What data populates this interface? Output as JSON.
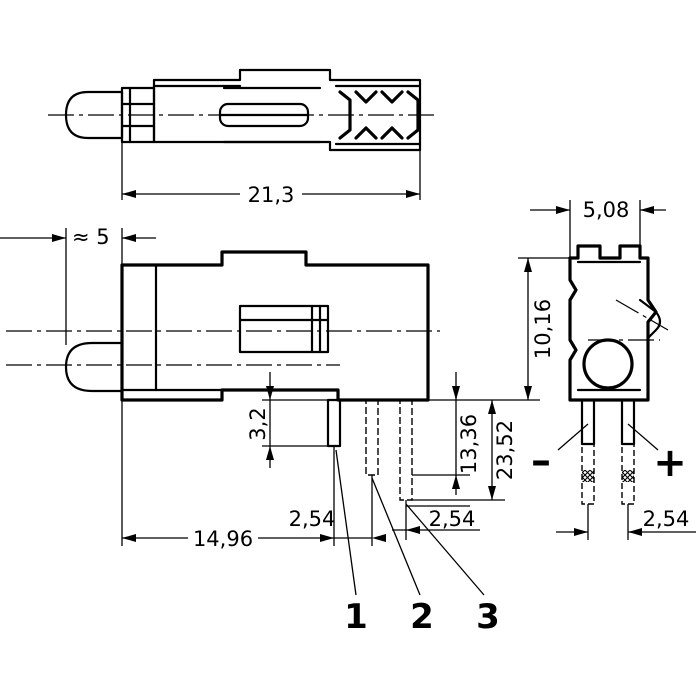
{
  "dimensions": {
    "overall_length": "21,3",
    "led_protrusion": "≈ 5",
    "pin_pitch_width": "5,08",
    "body_height": "10,16",
    "pin_length": "3,2",
    "body_to_pin1": "14,96",
    "pitch_12": "2,54",
    "pitch_23": "2,54",
    "side_pitch": "2,54",
    "height_a": "13,36",
    "height_b": "23,52"
  },
  "pins": [
    "1",
    "2",
    "3"
  ],
  "polarity": {
    "negative": "–",
    "positive": "+"
  }
}
